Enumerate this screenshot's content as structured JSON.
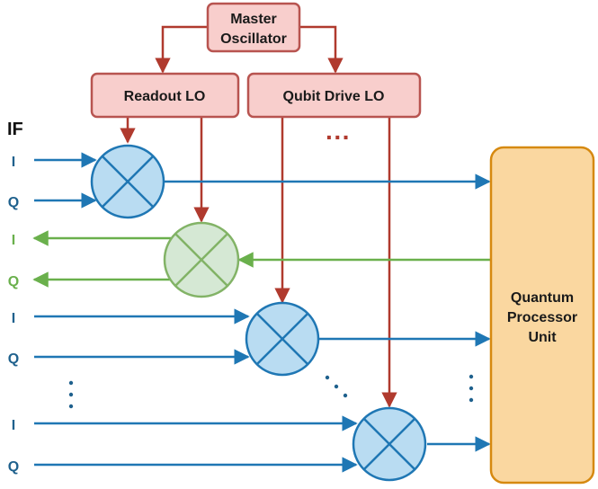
{
  "blocks": {
    "master_oscillator": [
      "Master",
      "Oscillator"
    ],
    "readout_lo": "Readout LO",
    "qubit_drive_lo": "Qubit Drive LO",
    "qpu": [
      "Quantum",
      "Processor",
      "Unit"
    ]
  },
  "labels": {
    "if": "IF",
    "ellipsis_h": "···",
    "ellipsis_v": "⋮",
    "channels": [
      {
        "i": "I",
        "q": "Q"
      },
      {
        "i": "I",
        "q": "Q"
      },
      {
        "i": "I",
        "q": "Q"
      },
      {
        "i": "I",
        "q": "Q"
      }
    ]
  },
  "colors": {
    "lo_fill": "#f8cecc",
    "lo_stroke": "#b85450",
    "lo_line": "#b03a2e",
    "mixer_blue_fill": "#b9dcf2",
    "mixer_blue_stroke": "#1f77b4",
    "mixer_green_fill": "#d5e8d4",
    "mixer_green_stroke": "#82b366",
    "green_line": "#6ab04c",
    "qpu_fill": "#fad7a0",
    "qpu_stroke": "#d68910",
    "blue_text": "#1f618d",
    "green_text": "#6ab04c"
  }
}
